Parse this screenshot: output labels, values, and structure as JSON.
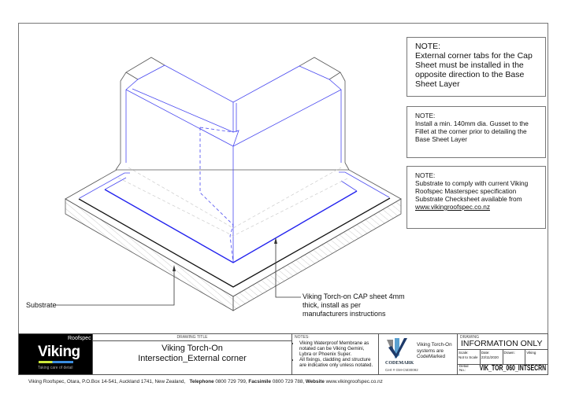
{
  "notes": [
    {
      "heading": "NOTE:",
      "text": "External corner tabs for the Cap Sheet must be installed in the opposite direction to the Base Sheet Layer"
    },
    {
      "heading": "NOTE:",
      "text": "Install a min. 140mm dia. Gusset to the Fillet at the corner prior to detailing the Base Sheet Layer"
    },
    {
      "heading": "NOTE:",
      "text": "Substrate to comply with current Viking Roofspec Masterspec specification Substrate Checksheet available from",
      "link": "www.vikingroofspec.co.nz"
    }
  ],
  "labels": {
    "substrate": "Substrate",
    "cap_sheet": "Viking Torch-on CAP sheet 4mm thick, install as per manufacturers instructions"
  },
  "colors": {
    "membrane": "#2222ee",
    "outline": "#555555"
  },
  "title_block": {
    "logo": {
      "brand": "Viking",
      "sub": "Roofspec",
      "tagline": "Taking care of detail"
    },
    "drawing_title_label": "DRAWING TITLE",
    "title_line1": "Viking Torch-On",
    "title_line2": "Intersection_External corner",
    "notes_label": "NOTES:",
    "notes": [
      "Viking Waterproof Membrane as notated can be Viking Gemini, Lybra or Phoenix Super.",
      "All fixings, cladding and structure are indicative only unless notated."
    ],
    "codemark": {
      "logo": "CODEMARK",
      "text": "Viking Torch-On systems are CodeMarked",
      "cert": "Cert # GM-CM30092"
    },
    "drawing_label": "DRAWING",
    "status": "INFORMATION ONLY",
    "scale_label": "Scale:",
    "scale": "Not to Scale",
    "date_label": "Date:",
    "date": "23/11/2020",
    "drawn_label": "Drawn:",
    "drawn": "Viking",
    "detail_label": "Detail No.:",
    "code": "VIK_TOR_060_INTSECRN"
  },
  "footer": {
    "address": "Viking Roofspec, Otara, P.O.Box 14-541, Auckland 1741, New Zealand,",
    "tel_label": "Telephone",
    "tel": "0800 729 799,",
    "fax_label": "Facsimile",
    "fax": "0800 729 788,",
    "web_label": "Website",
    "web": "www.vikingroofspec.co.nz"
  }
}
